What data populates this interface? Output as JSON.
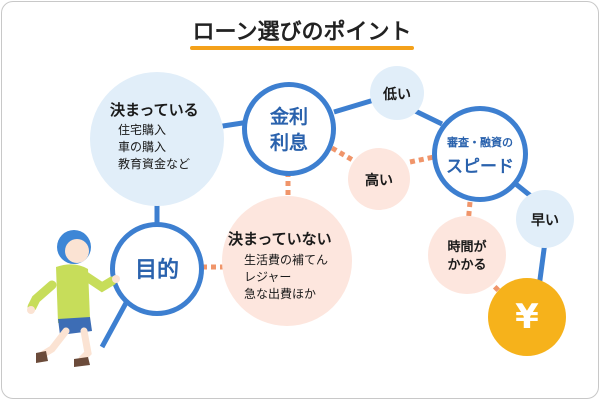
{
  "title": "ローン選びのポイント",
  "nodes": {
    "purpose": "目的",
    "fixed": {
      "heading": "決まっている",
      "items": [
        "住宅購入",
        "車の購入",
        "教育資金など"
      ]
    },
    "not_fixed": {
      "heading": "決まっていない",
      "items": [
        "生活費の補てん",
        "レジャー",
        "急な出費ほか"
      ]
    },
    "interest": {
      "line1": "金利",
      "line2": "利息"
    },
    "low": "低い",
    "high": "高い",
    "speed": {
      "line1": "審査・融資の",
      "line2": "スピード"
    },
    "fast": "早い",
    "slow": {
      "line1": "時間が",
      "line2": "かかる"
    },
    "yen": "¥"
  },
  "colors": {
    "accent_blue": "#3d7fd0",
    "light_blue": "#e1eef9",
    "peach": "#fde6de",
    "dash_orange": "#f0956a",
    "yen_gold": "#f6b21b",
    "underline": "#f4a11a"
  }
}
